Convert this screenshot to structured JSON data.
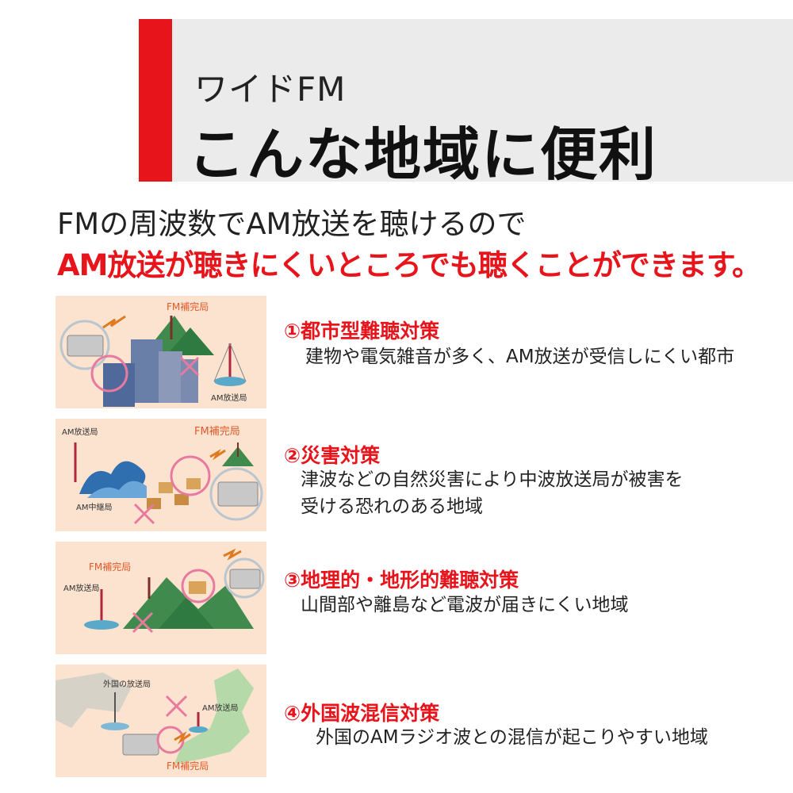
{
  "header": {
    "subtitle": "ワイドFM",
    "title": "こんな地域に便利"
  },
  "lead": {
    "line1": "FMの周波数でAM放送を聴けるので",
    "line2": "AM放送が聴きにくいところでも聴くことができます。"
  },
  "items": [
    {
      "heading": "①都市型難聴対策",
      "desc_lines": [
        "建物や電気雑音が多く、AM放送が受信しにくい都市"
      ],
      "labels": [
        "FM補完局",
        "AM放送局"
      ]
    },
    {
      "heading": "②災害対策",
      "desc_lines": [
        "津波などの自然災害により中波放送局が被害を",
        "受ける恐れのある地域"
      ],
      "labels": [
        "AM放送局",
        "FM補完局",
        "AM中継局"
      ]
    },
    {
      "heading": "③地理的・地形的難聴対策",
      "desc_lines": [
        "山間部や離島など電波が届きにくい地域"
      ],
      "labels": [
        "FM補完局",
        "AM放送局"
      ]
    },
    {
      "heading": "④外国波混信対策",
      "desc_lines": [
        "外国のAMラジオ波との混信が起こりやすい地域"
      ],
      "labels": [
        "外国の放送局",
        "AM放送局",
        "FM補完局"
      ]
    }
  ],
  "colors": {
    "accent_red": "#e8141c",
    "header_gray": "#ebebeb",
    "card_bg": "#fbe3d0",
    "mountain_green": "#3f8a4c",
    "label_red": "#e05a2a",
    "circle_pink": "#e87aa0"
  }
}
